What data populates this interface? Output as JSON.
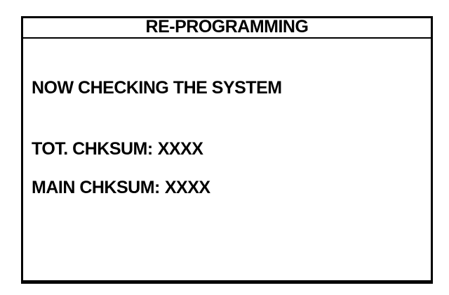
{
  "screen": {
    "title": "RE-PROGRAMMING",
    "status_message": "NOW CHECKING THE SYSTEM",
    "fields": [
      {
        "name": "total-checksum",
        "label": "TOT. CHKSUM:",
        "value": "XXXX"
      },
      {
        "name": "main-checksum",
        "label": "MAIN CHKSUM:",
        "value": "XXXX"
      }
    ],
    "colors": {
      "foreground": "#000000",
      "background": "#ffffff"
    }
  }
}
